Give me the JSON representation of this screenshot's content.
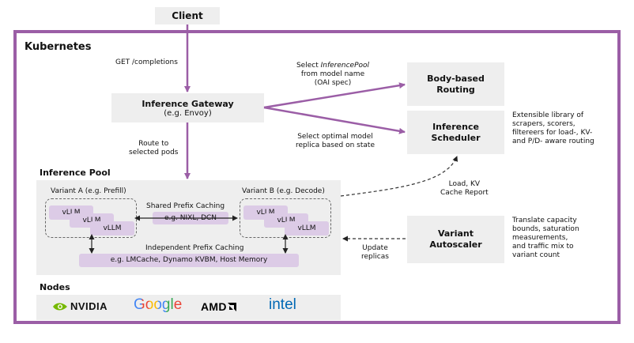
{
  "client": {
    "label": "Client"
  },
  "kubernetes": {
    "title": "Kubernetes"
  },
  "edges": {
    "get_completions": "GET /completions",
    "select_pool_prefix": "Select ",
    "select_pool_emph": "InferencePool",
    "select_pool_rest": "from model name",
    "select_pool_spec": "(OAI spec)",
    "select_replica_1": "Select optimal model",
    "select_replica_2": "replica based on state",
    "route_1": "Route to",
    "route_2": "selected pods",
    "load_kv_1": "Load, KV",
    "load_kv_2": "Cache Report",
    "update_1": "Update",
    "update_2": "replicas"
  },
  "gateway": {
    "title": "Inference Gateway",
    "subtitle": "(e.g. Envoy)"
  },
  "body_routing": {
    "line1": "Body-based",
    "line2": "Routing"
  },
  "scheduler": {
    "line1": "Inference",
    "line2": "Scheduler",
    "note": [
      "Extensible library of",
      "scrapers, scorers,",
      "filtereers for load-, KV-",
      "and P/D- aware routing"
    ]
  },
  "autoscaler": {
    "line1": "Variant",
    "line2": "Autoscaler",
    "note": [
      "Translate capacity",
      "bounds, saturation",
      "measurements,",
      "and traffic mix to",
      "variant count"
    ]
  },
  "pool": {
    "title": "Inference Pool",
    "variant_a": "Variant A (e.g. Prefill)",
    "variant_b": "Variant B (e.g. Decode)",
    "vllm": "vLLM",
    "shared_caching": "Shared Prefix Caching",
    "shared_example": "e.g. NIXL, DCN",
    "independent_caching": "Independent Prefix Caching",
    "independent_example": "e.g. LMCache, Dynamo KVBM, Host Memory"
  },
  "nodes": {
    "title": "Nodes",
    "logos": [
      "NVIDIA",
      "Google",
      "AMD",
      "intel"
    ]
  },
  "colors": {
    "frame": "#9b5ea6",
    "arrow": "#9b5ea6",
    "box": "#eeeeee",
    "vllm": "#dccbe6",
    "nvidia": "#76b900",
    "intel": "#0068b5"
  }
}
